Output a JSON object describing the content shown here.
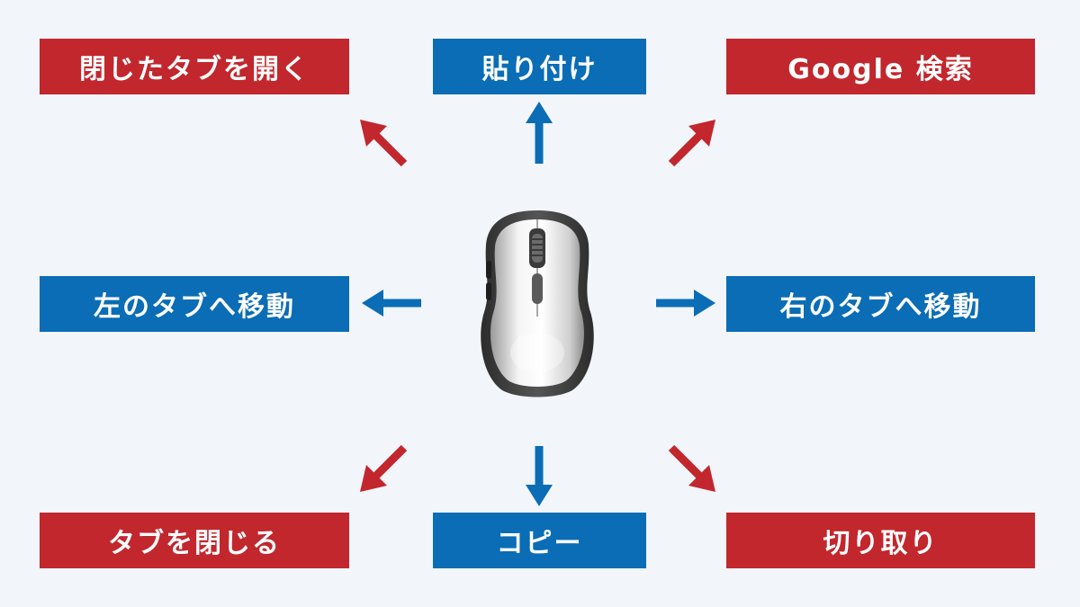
{
  "gestures": {
    "up_left": "閉じたタブを開く",
    "up": "貼り付け",
    "up_right": "Google 検索",
    "left": "左のタブへ移動",
    "right": "右のタブへ移動",
    "down_left": "タブを閉じる",
    "down": "コピー",
    "down_right": "切り取り"
  },
  "colors": {
    "background": "#f2f5fa",
    "red": "#c1272d",
    "blue": "#0a6db5"
  },
  "icons": {
    "center": "computer-mouse-icon"
  }
}
